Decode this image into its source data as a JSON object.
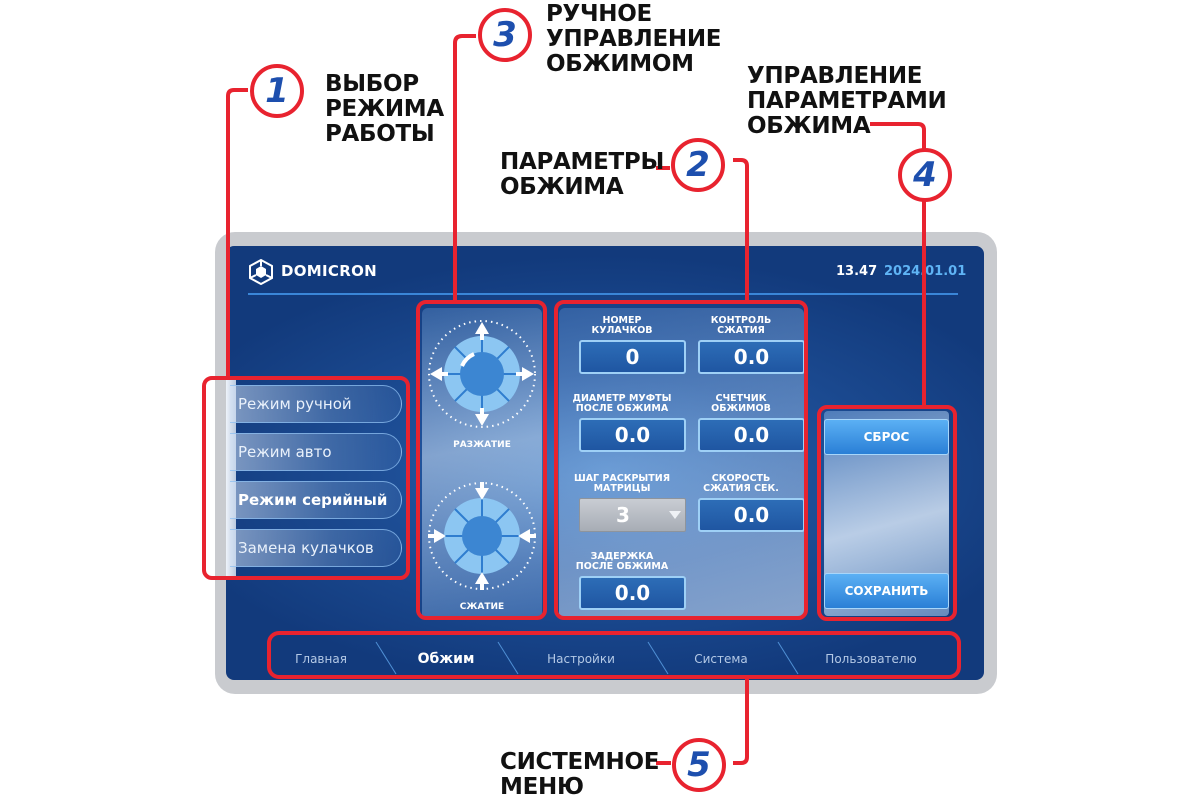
{
  "callouts": [
    {
      "number": "1",
      "lines": [
        "Выбор",
        "режима",
        "работы"
      ]
    },
    {
      "number": "2",
      "lines": [
        "Параметры",
        "обжима"
      ]
    },
    {
      "number": "3",
      "lines": [
        "Ручное",
        "управление",
        "обжимом"
      ]
    },
    {
      "number": "4",
      "lines": [
        "Управление",
        "параметрами",
        "обжима"
      ]
    },
    {
      "number": "5",
      "lines": [
        "Системное",
        "меню"
      ]
    }
  ],
  "header": {
    "brand": "DOMICRON",
    "time": "13.47",
    "date": "2024.01.01"
  },
  "modes": [
    {
      "label": "Режим ручной",
      "active": false
    },
    {
      "label": "Режим авто",
      "active": false
    },
    {
      "label": "Режим серийный",
      "active": true
    },
    {
      "label": "Замена кулачков",
      "active": false
    }
  ],
  "manual": {
    "expand_label": "РАЗЖАТИЕ",
    "compress_label": "СЖАТИЕ"
  },
  "params": {
    "jaw_number": {
      "label": [
        "НОМЕР",
        "КУЛАЧКОВ"
      ],
      "value": "0"
    },
    "compression_control": {
      "label": [
        "КОНТРОЛЬ",
        "СЖАТИЯ"
      ],
      "value": "0.0"
    },
    "coupling_diameter": {
      "label": [
        "ДИАМЕТР МУФТЫ",
        "ПОСЛЕ ОБЖИМА"
      ],
      "value": "0.0"
    },
    "crimp_counter": {
      "label": [
        "СЧЕТЧИК",
        "ОБЖИМОВ"
      ],
      "value": "0.0"
    },
    "die_opening_step": {
      "label": [
        "ШАГ РАСКРЫТИЯ",
        "МАТРИЦЫ"
      ],
      "value": "3"
    },
    "compression_speed": {
      "label": [
        "СКОРОСТЬ",
        "СЖАТИЯ СЕК."
      ],
      "value": "0.0"
    },
    "delay_after_crimp": {
      "label": [
        "ЗАДЕРЖКА",
        "ПОСЛЕ ОБЖИМА"
      ],
      "value": "0.0"
    }
  },
  "actions": {
    "reset": "СБРОС",
    "save": "СОХРАНИТЬ"
  },
  "nav": [
    {
      "label": "Главная",
      "active": false
    },
    {
      "label": "Обжим",
      "active": true
    },
    {
      "label": "Настройки",
      "active": false
    },
    {
      "label": "Система",
      "active": false
    },
    {
      "label": "Пользователю",
      "active": false
    }
  ],
  "colors": {
    "callout_red": "#e8232f",
    "badge_number_blue": "#1d4fae",
    "screen_blue": "#1e4f97",
    "accent_light_blue": "#5fb4f5",
    "frame_gray": "#c9cbcf"
  },
  "icons": {
    "logo": "domicron-hex-logo-icon",
    "expand_dial": "expand-arrows-dial-icon",
    "compress_dial": "compress-arrows-dial-icon",
    "select_chevron": "chevron-down-icon"
  }
}
